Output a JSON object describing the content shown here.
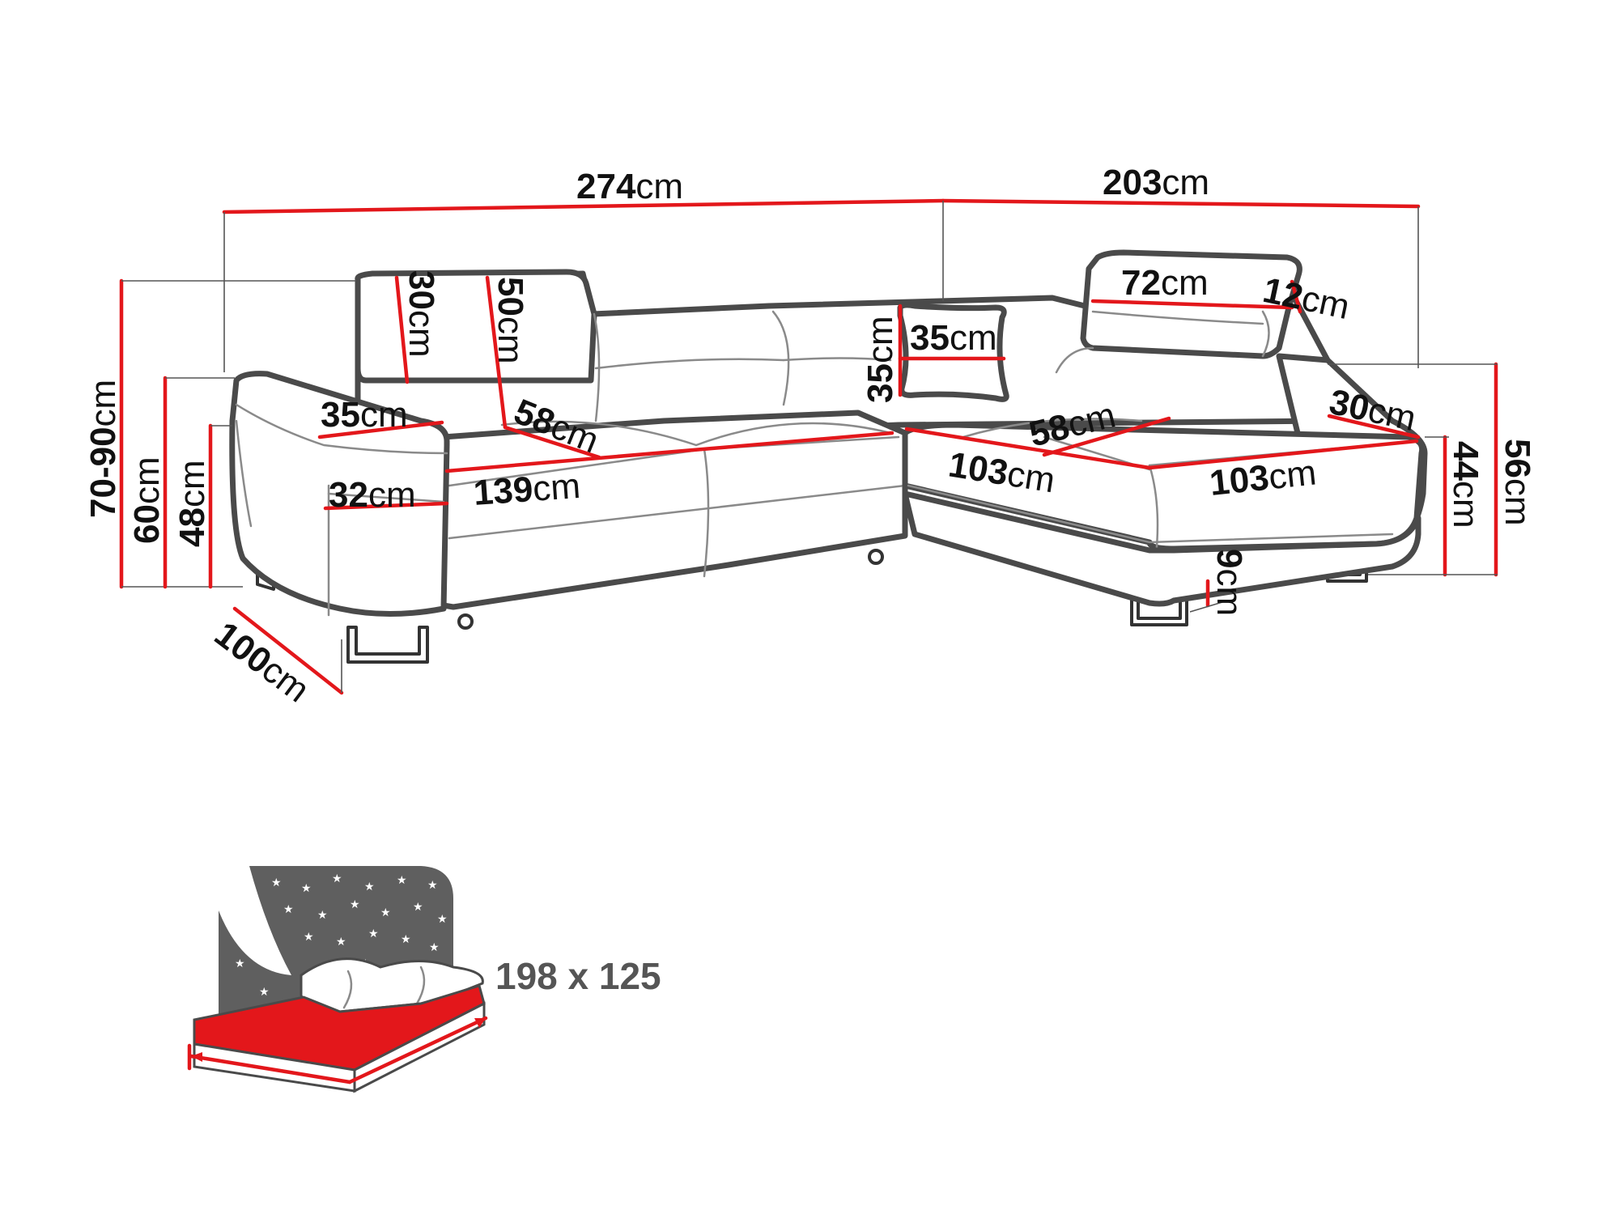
{
  "colors": {
    "outline": "#4a4a4a",
    "dimension": "#e3171b",
    "text": "#111111",
    "bed_night": "#5f5f5f",
    "bed_mattress": "#e3171b"
  },
  "unit": "cm",
  "dimensions": {
    "total_length": "274",
    "corner_length": "203",
    "height_range": "70-90",
    "arm_height": "60",
    "seat_height": "48",
    "depth": "100",
    "headrest_height": "30",
    "back_height": "50",
    "armrest_width": "35",
    "armrest_front": "32",
    "seat_depth": "58",
    "seat_width": "139",
    "pillow_height": "35",
    "pillow_width": "35",
    "chaise_headrest_width": "72",
    "chaise_headrest_depth": "12",
    "chaise_back": "30",
    "chaise_seat_depth": "58",
    "chaise_front_left": "103",
    "chaise_front_right": "103",
    "chaise_seat_height": "44",
    "chaise_total_height": "56",
    "leg_height": "9"
  },
  "bed": {
    "size": "198 x 125",
    "icon": "sleep-function-icon"
  }
}
